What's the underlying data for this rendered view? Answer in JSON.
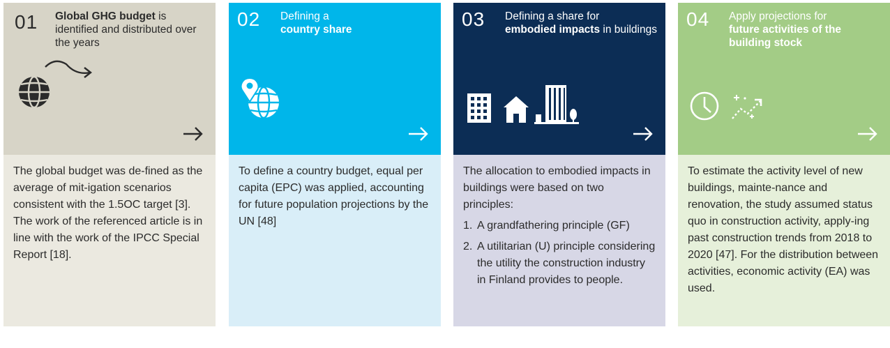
{
  "cards": [
    {
      "number": "01",
      "title_bold": "Global GHG budget",
      "title_rest": " is identified and distributed over the years",
      "text": "The global budget was de-fined as the average of mit-igation scenarios consistent with the 1.5OC target [3]. The work of the referenced article is in line with the work of the IPCC Special Report [18].",
      "icon": "globe-with-arrow-icon"
    },
    {
      "number": "02",
      "title_pre": "Defining a ",
      "title_bold": "country share",
      "text": "To define a country budget, equal per capita (EPC) was applied, accounting for future population projections by the UN [48]",
      "icon": "location-globe-icon"
    },
    {
      "number": "03",
      "title_pre": "Defining a share for ",
      "title_bold": "embodied impacts",
      "title_rest": " in buildings",
      "text": "The allocation to embodied impacts in buildings were based on two principles:",
      "list": [
        {
          "num": "1.",
          "text": "A grandfathering principle (GF)"
        },
        {
          "num": "2.",
          "text": "A utilitarian (U) principle considering the utility the construction industry in Finland provides to people."
        }
      ],
      "icon": "buildings-icon"
    },
    {
      "number": "04",
      "title_pre": "Apply projections for ",
      "title_bold": "future activities of the building stock",
      "text": "To estimate the activity level of new buildings, mainte-nance and renovation, the study assumed status quo in construction activity, apply-ing past construction trends from 2018 to 2020 [47]. For the distribution between activities, economic activity (EA) was used.",
      "icon": "clock-and-trend-icon"
    }
  ],
  "colors": {
    "card1_top": "#d7d4c7",
    "card1_bottom": "#ebe9e0",
    "card2_top": "#00b6ea",
    "card2_bottom": "#d9eef8",
    "card3_top": "#0c2d55",
    "card3_bottom": "#d7d7e6",
    "card4_top": "#a3cc86",
    "card4_bottom": "#e6f0da"
  }
}
